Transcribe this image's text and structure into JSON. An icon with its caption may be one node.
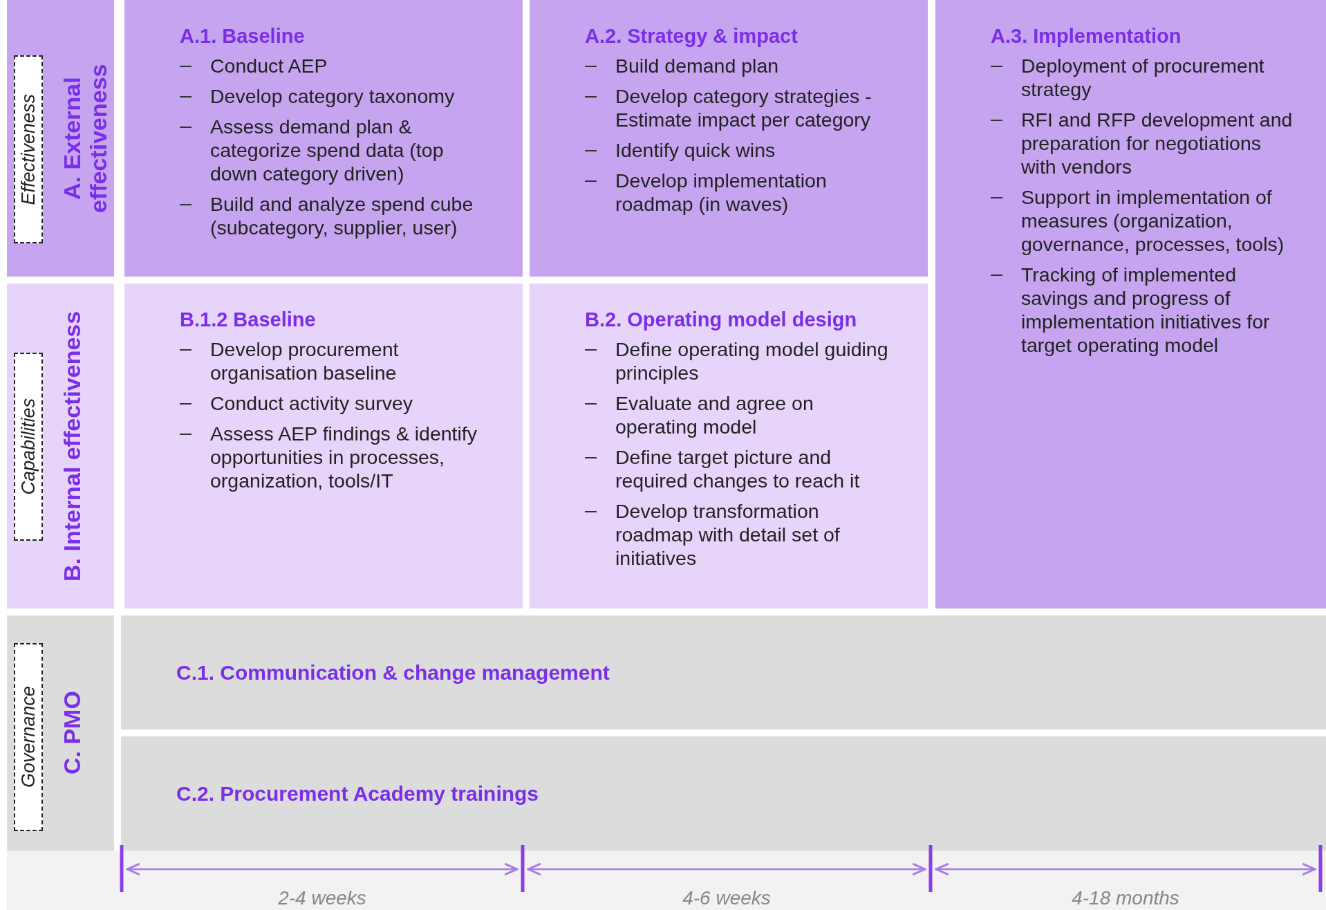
{
  "diagram": {
    "nodes": [
      {
        "text": [
          "A. External effectiveness"
        ]
      },
      {
        "text": [
          "Effectiveness"
        ],
        "in": 0
      },
      {
        "text": [
          "A.1. Baseline",
          "Conduct AEP",
          "Develop category taxonomy",
          "Assess demand plan & categorize spend data (top down category driven)",
          "Build and analyze spend cube (subcategory, supplier, user)"
        ]
      },
      {
        "text": [
          "A.2. Strategy & impact",
          "Build demand plan",
          "Develop category strategies - Estimate impact per category",
          "Identify quick wins",
          "Develop implementation roadmap (in waves)"
        ]
      },
      {
        "text": [
          "A.3. Implementation",
          "Deployment of procurement strategy",
          "RFI and RFP development and preparation for negotiations with vendors",
          "Support in implementation of measures (organization, governance, processes, tools)",
          "Tracking of implemented savings and progress of implementation initiatives for target operating model"
        ]
      },
      {
        "text": [
          "B. Internal effectiveness"
        ]
      },
      {
        "text": [
          "Capabilities"
        ],
        "in": 5
      },
      {
        "text": [
          "B.1.2 Baseline",
          "Develop procurement organisation baseline",
          "Conduct activity survey",
          "Assess AEP findings & identify opportunities in processes, organization, tools/IT"
        ]
      },
      {
        "text": [
          "B.2. Operating model design",
          "Define operating model guiding principles",
          "Evaluate and agree on operating model",
          "Define target picture and required changes to reach it",
          "Develop transformation roadmap with detail set of initiatives"
        ]
      },
      {
        "text": [
          "C. PMO"
        ]
      },
      {
        "text": [
          "Governance"
        ],
        "in": 9
      },
      {
        "text": [
          "C.1. Communication & change management"
        ]
      },
      {
        "text": [
          "C.2. Procurement Academy trainings"
        ]
      }
    ],
    "labels": [
      "2-4 weeks",
      "4-6 weeks",
      "4-18 months"
    ]
  }
}
